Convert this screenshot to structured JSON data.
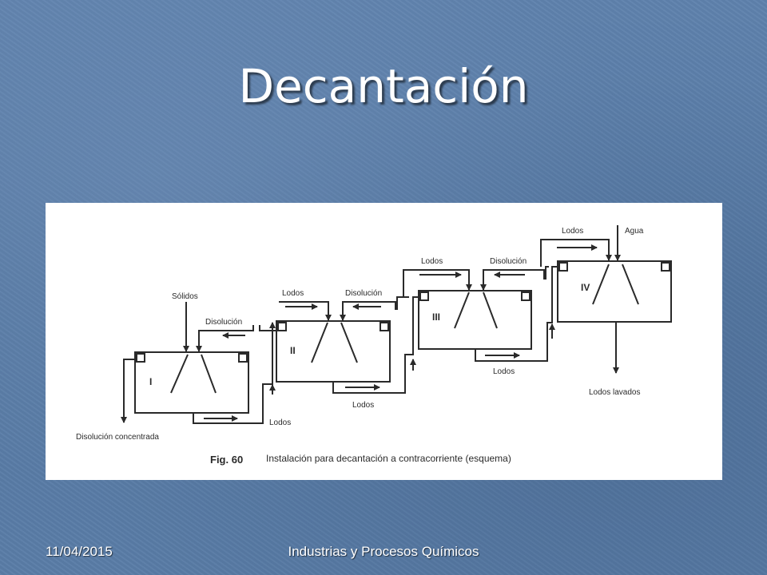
{
  "slide": {
    "title": "Decantación"
  },
  "figure": {
    "caption_number": "Fig. 60",
    "caption_text": "Instalación para decantación a contracorriente (esquema)",
    "tanks": [
      {
        "label": "I"
      },
      {
        "label": "II"
      },
      {
        "label": "III"
      },
      {
        "label": "IV"
      }
    ],
    "labels": {
      "solidos": "Sólidos",
      "agua": "Agua",
      "disolucion": "Disolución",
      "lodos": "Lodos",
      "disolucion_concentrada": "Disolución concentrada",
      "lodos_lavados": "Lodos lavados"
    }
  },
  "footer": {
    "date": "11/04/2015",
    "course": "Industrias y Procesos Químicos"
  },
  "colors": {
    "background": "#5b7ea8",
    "title_text": "#ffffff",
    "diagram_ink": "#2a2a2a"
  }
}
